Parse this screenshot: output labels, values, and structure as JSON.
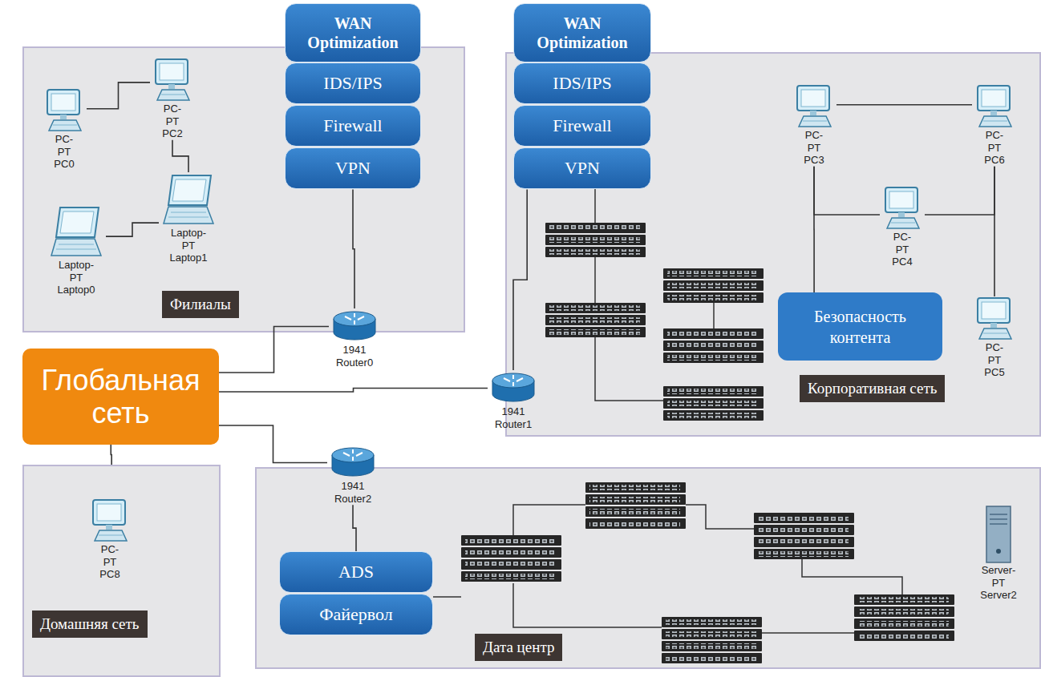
{
  "diagram": {
    "nodes": [
      {
        "text": [
          "Филиалы"
        ]
      },
      {
        "text": [
          "PC-PT PC0"
        ],
        "in": 0
      },
      {
        "text": [
          "PC-PT PC2"
        ],
        "in": 0
      },
      {
        "text": [
          "Laptop-PT Laptop0"
        ],
        "in": 0
      },
      {
        "text": [
          "Laptop-PT Laptop1"
        ],
        "in": 0
      },
      {
        "text": [
          "WAN Optimization"
        ]
      },
      {
        "text": [
          "IDS/IPS"
        ]
      },
      {
        "text": [
          "Firewall"
        ]
      },
      {
        "text": [
          "VPN"
        ]
      },
      {
        "text": [
          "Корпоративная сеть"
        ]
      },
      {
        "text": [
          "WAN Optimization"
        ]
      },
      {
        "text": [
          "IDS/IPS"
        ]
      },
      {
        "text": [
          "Firewall"
        ]
      },
      {
        "text": [
          "VPN"
        ]
      },
      {
        "text": [
          "PC-PT PC3"
        ],
        "in": 9
      },
      {
        "text": [
          "PC-PT PC6"
        ],
        "in": 9
      },
      {
        "text": [
          "PC-PT PC4"
        ],
        "in": 9
      },
      {
        "text": [
          "Безопасность контента"
        ],
        "in": 9
      },
      {
        "text": [
          "PC-PT PC5"
        ],
        "in": 9
      },
      {
        "text": [
          "Глобальная сеть"
        ]
      },
      {
        "text": [
          "1941 Router0"
        ]
      },
      {
        "text": [
          "1941 Router1"
        ]
      },
      {
        "text": [
          "Домашняя сеть"
        ]
      },
      {
        "text": [
          "PC-PT PC8"
        ],
        "in": 22
      },
      {
        "text": [
          "1941 Router2"
        ]
      },
      {
        "text": [
          "Дата центр"
        ]
      },
      {
        "text": [
          "ADS"
        ],
        "in": 25
      },
      {
        "text": [
          "Файервол"
        ],
        "in": 25
      },
      {
        "text": [
          "Server-PT Server2"
        ],
        "in": 25
      }
    ],
    "edges": [
      {
        "from": 1,
        "to": 2,
        "arrow": "none"
      },
      {
        "from": 2,
        "to": 4,
        "arrow": "none"
      },
      {
        "from": 3,
        "to": 4,
        "arrow": "none"
      },
      {
        "from": 8,
        "to": 20,
        "arrow": "none"
      },
      {
        "from": 19,
        "to": 20,
        "arrow": "none"
      },
      {
        "from": 19,
        "to": 21,
        "arrow": "none"
      },
      {
        "from": 19,
        "to": 24,
        "arrow": "none"
      },
      {
        "from": 19,
        "to": 22,
        "arrow": "none"
      },
      {
        "from": 21,
        "to": 13,
        "arrow": "none"
      },
      {
        "from": 24,
        "to": 26,
        "arrow": "none"
      },
      {
        "from": 14,
        "to": 15,
        "arrow": "none"
      },
      {
        "from": 14,
        "to": 16,
        "arrow": "none"
      },
      {
        "from": 14,
        "to": 17,
        "arrow": "none"
      },
      {
        "from": 15,
        "to": 16,
        "arrow": "none"
      },
      {
        "from": 15,
        "to": 18,
        "arrow": "none"
      }
    ]
  }
}
